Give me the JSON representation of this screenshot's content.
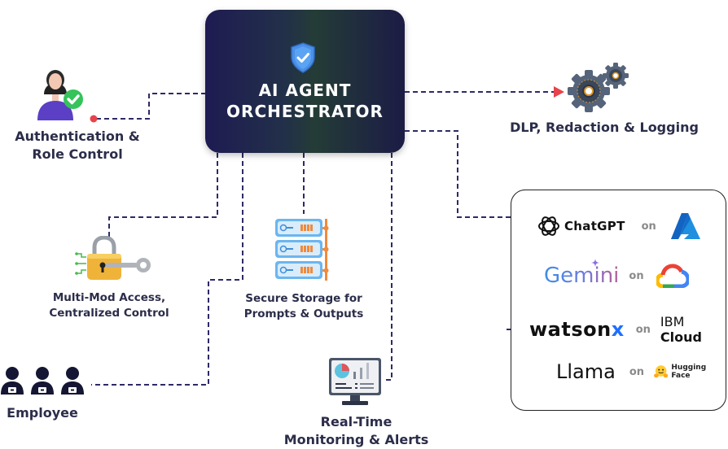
{
  "hub": {
    "title_line1": "AI AGENT",
    "title_line2": "ORCHESTRATOR",
    "icon": "shield-check-icon"
  },
  "nodes": {
    "auth": {
      "line1": "Authentication &",
      "line2": "Role Control",
      "icon": "user-verified-icon"
    },
    "dlp": {
      "label": "DLP, Redaction & Logging",
      "icon": "gears-icon"
    },
    "access": {
      "line1": "Multi-Mod Access,",
      "line2": "Centralized Control",
      "icon": "padlock-key-icon"
    },
    "storage": {
      "line1": "Secure Storage for",
      "line2": "Prompts & Outputs",
      "icon": "server-stack-icon"
    },
    "employee": {
      "label": "Employee",
      "icon": "employees-icon"
    },
    "monitoring": {
      "line1": "Real-Time",
      "line2": "Monitoring & Alerts",
      "icon": "monitor-dashboard-icon"
    }
  },
  "providers": {
    "connector": "on",
    "items": [
      {
        "model": "ChatGPT",
        "platform": "Azure",
        "model_icon": "openai-logo-icon",
        "platform_icon": "azure-logo-icon"
      },
      {
        "model": "Gemini",
        "platform": "Google Cloud",
        "model_icon": "gemini-sparkle-icon",
        "platform_icon": "google-cloud-logo-icon"
      },
      {
        "model_main": "watson",
        "model_accent": "x",
        "platform_light": "IBM",
        "platform_bold": "Cloud"
      },
      {
        "model": "Llama",
        "platform": "Hugging Face",
        "platform_icon": "hugging-face-emoji-icon"
      }
    ]
  },
  "colors": {
    "connector_line": "#2e2a66",
    "text": "#2b2d4a",
    "accent_red": "#e8424a"
  }
}
